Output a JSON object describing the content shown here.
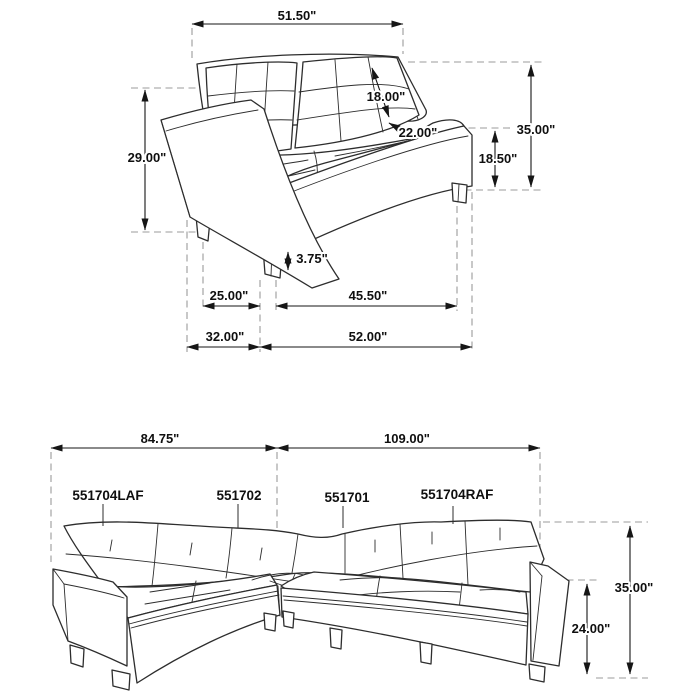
{
  "colors": {
    "sketch": "#2d2d2d",
    "dash": "#9b9b9b",
    "dimension": "#161616",
    "text": "#0f0f0f",
    "background": "#ffffff"
  },
  "top_diagram": {
    "name": "loveseat-dimension-drawing",
    "dims": {
      "back_width": "51.50\"",
      "back_height": "29.00\"",
      "back_cushion": "18.00\"",
      "seat_depth": "22.00\"",
      "overall_height": "35.00\"",
      "seat_height": "18.50\"",
      "leg_height": "3.75\"",
      "leg_spacing_left": "25.00\"",
      "leg_spacing_front": "45.50\"",
      "overall_depth": "32.00\"",
      "overall_width": "52.00\""
    }
  },
  "bottom_diagram": {
    "name": "sectional-configuration-drawing",
    "dims": {
      "left_side_width": "84.75\"",
      "right_side_width": "109.00\"",
      "overall_height": "35.00\"",
      "arm_height": "24.00\""
    },
    "part_labels": {
      "laf_loveseat": "551704LAF",
      "corner_wedge": "551702",
      "armless_chair": "551701",
      "raf_loveseat": "551704RAF"
    }
  }
}
